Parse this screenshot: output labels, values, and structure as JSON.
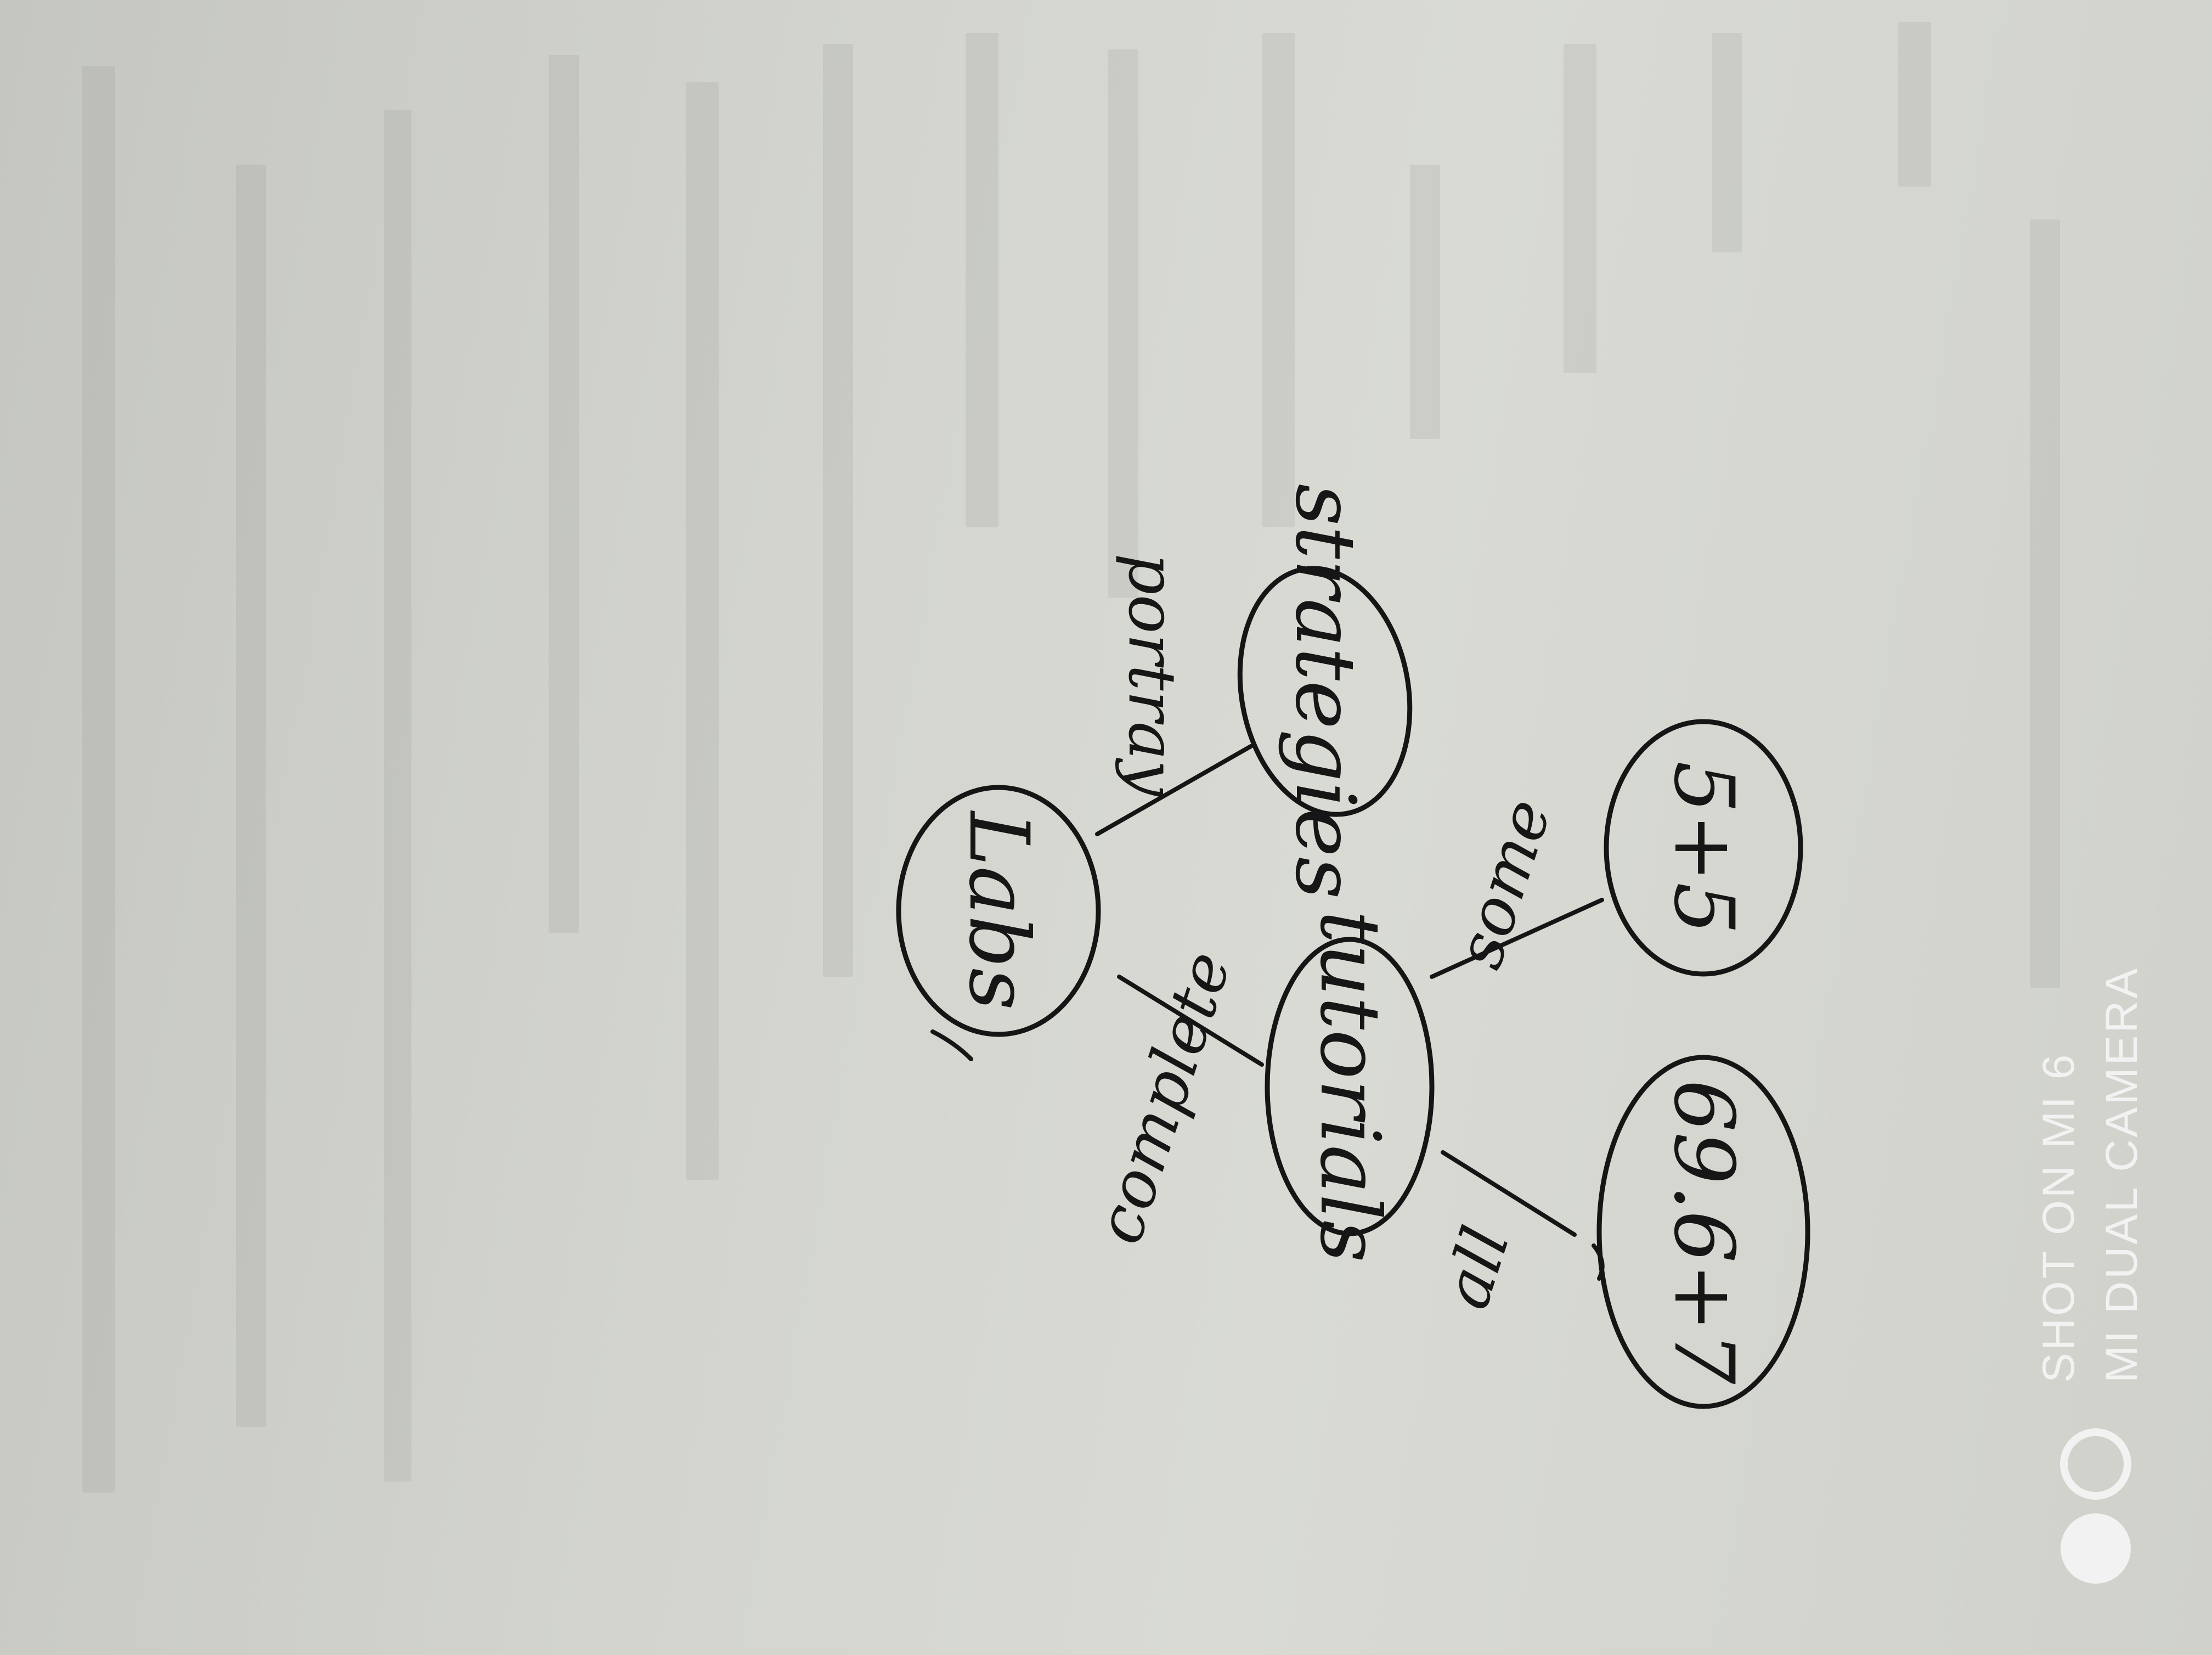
{
  "diagram": {
    "nodes": [
      {
        "id": "labs",
        "label": "Labs"
      },
      {
        "id": "tutorials",
        "label": "tutorials"
      },
      {
        "id": "strategies",
        "label": "strategies"
      },
      {
        "id": "r5",
        "label": "5+5"
      },
      {
        "id": "r69",
        "label": "69.6+7"
      }
    ],
    "edges": [
      {
        "from": "labs",
        "to": "strategies",
        "label": "portray"
      },
      {
        "from": "labs",
        "to": "tutorials",
        "label": "complete"
      },
      {
        "from": "tutorials",
        "to": "r5",
        "label": "some"
      },
      {
        "from": "tutorials",
        "to": "r69",
        "label": "all"
      }
    ]
  },
  "watermark": {
    "line1": "SHOT ON MI 6",
    "line2": "MI DUAL CAMERA"
  }
}
